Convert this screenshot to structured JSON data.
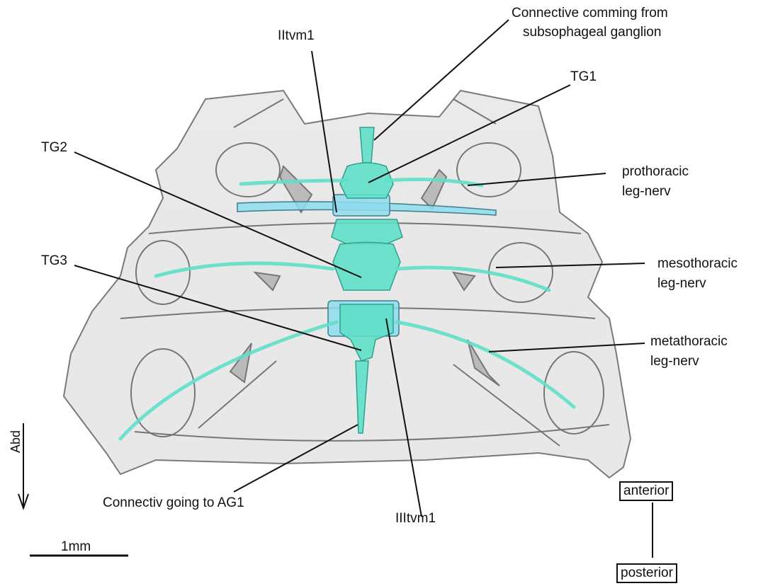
{
  "labels": {
    "iitvm1": "IItvm1",
    "connective_line1": "Connective comming from",
    "connective_line2": "subsophageal ganglion",
    "tg1": "TG1",
    "tg2": "TG2",
    "tg3": "TG3",
    "prothoracic_line1": "prothoracic",
    "prothoracic_line2": "leg-nerv",
    "mesothoracic_line1": "mesothoracic",
    "mesothoracic_line2": "leg-nerv",
    "metathoracic_line1": "metathoracic",
    "metathoracic_line2": "leg-nerv",
    "connectiv_ag1": "Connectiv going to AG1",
    "iiitvm1": "IIItvm1"
  },
  "orientation": {
    "abd": "Abd",
    "anterior": "anterior",
    "posterior": "posterior"
  },
  "scale_bar": {
    "label": "1mm"
  },
  "colors": {
    "nerve": "#5fe0c8",
    "nerve_dark": "#2fb8a0",
    "muscle": "#8fdcef",
    "cuticle": "#6e6e6e",
    "line": "#111111"
  }
}
